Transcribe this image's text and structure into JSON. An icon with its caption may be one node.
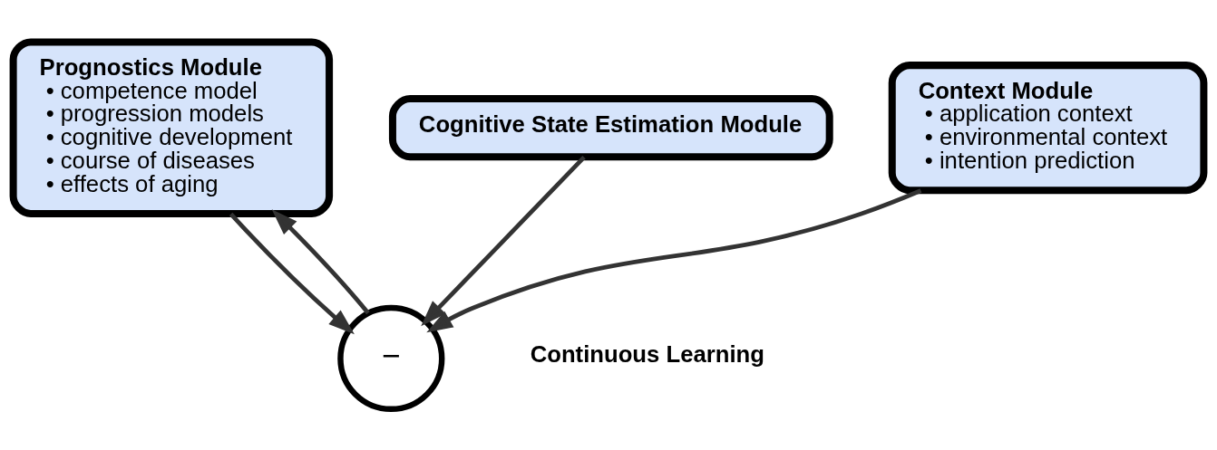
{
  "diagram": {
    "nodes": [
      {
        "text": [
          "Prognostics Module",
          "• competence model",
          "• progression models",
          "• cognitive development",
          "• course of diseases",
          "• effects of aging"
        ]
      },
      {
        "text": [
          "Cognitive State Estimation Module"
        ]
      },
      {
        "text": [
          "Context Module",
          "• application context",
          "• environmental context",
          "• intention prediction"
        ]
      },
      {
        "text": [
          "−"
        ]
      }
    ],
    "edges": [
      {
        "from": 0,
        "to": 3,
        "arrow": "to"
      },
      {
        "from": 3,
        "to": 0,
        "arrow": "to"
      },
      {
        "from": 1,
        "to": 3,
        "arrow": "to"
      },
      {
        "from": 2,
        "to": 3,
        "arrow": "to"
      }
    ],
    "labels": [
      "Continuous Learning"
    ]
  }
}
